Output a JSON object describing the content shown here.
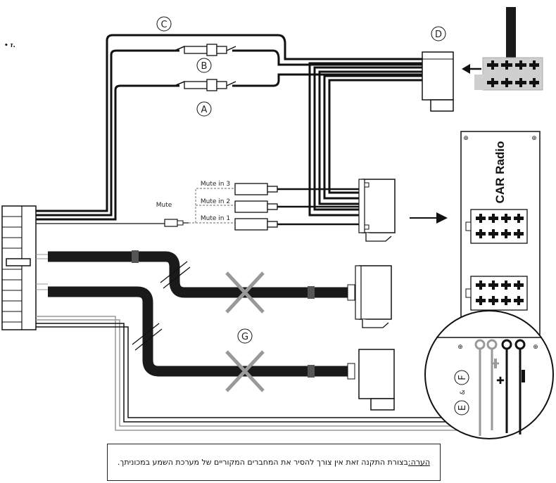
{
  "labels": {
    "A": "A",
    "B": "B",
    "C": "C",
    "D": "D",
    "E": "E",
    "F": "F",
    "G": "G",
    "mute": "Mute",
    "mute_in_1": "Mute in 1",
    "mute_in_2": "Mute in 2",
    "mute_in_3": "Mute in 3",
    "car_radio": "CAR Radio",
    "ampersand": "&",
    "bullet": "• ז."
  },
  "note": {
    "prefix": "הערה:",
    "text": " בצורת התקנה זאת אין צורך להסיר את המחברים המקוריים של מערכת השמע במכוניתך."
  },
  "colors": {
    "wire": "#111111",
    "grey_wire": "#9a9a9a",
    "iso_plug": "#cfcfcf",
    "cable_thick": "#1a1a1a",
    "cross": "#999999"
  }
}
